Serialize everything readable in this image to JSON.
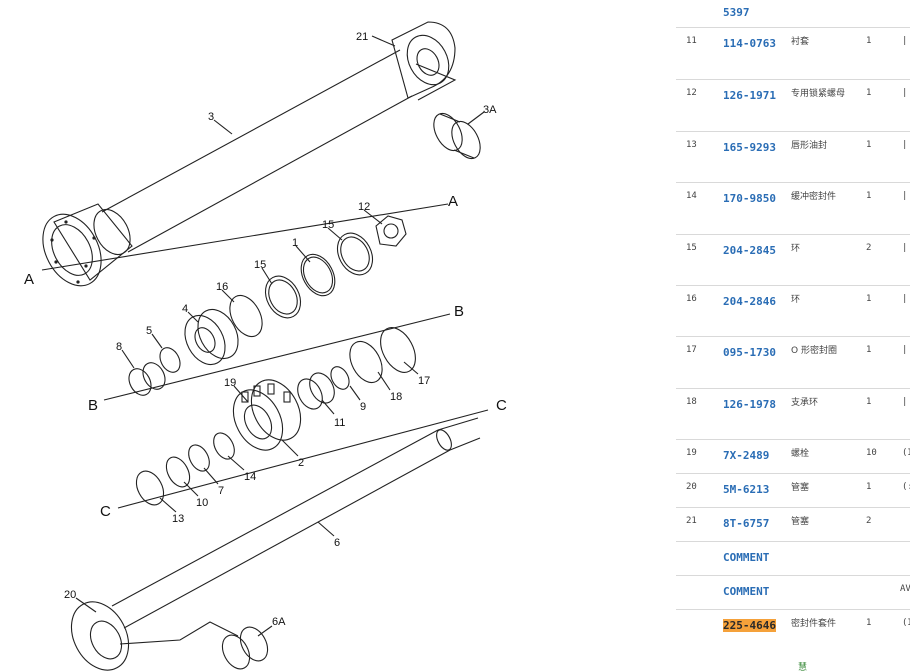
{
  "diagram": {
    "section_letters": {
      "a_left": "A",
      "a_right": "A",
      "b_left": "B",
      "b_right": "B",
      "c_left": "C",
      "c_right": "C"
    },
    "callouts": {
      "c21": "21",
      "c3": "3",
      "c3a": "3A",
      "c12": "12",
      "c15a": "15",
      "c1": "1",
      "c15b": "15",
      "c16": "16",
      "c4": "4",
      "c5": "5",
      "c8": "8",
      "c19": "19",
      "c11": "11",
      "c9": "9",
      "c18": "18",
      "c17": "17",
      "c2": "2",
      "c14": "14",
      "c7": "7",
      "c10": "10",
      "c13": "13",
      "c6": "6",
      "c20": "20",
      "c6a": "6A"
    }
  },
  "parts": [
    {
      "index": "",
      "part_no": "5397",
      "name": "",
      "qty": "",
      "extra": ""
    },
    {
      "index": "11",
      "part_no": "114-0763",
      "name": "衬套",
      "qty": "1",
      "extra": "|"
    },
    {
      "index": "12",
      "part_no": "126-1971",
      "name": "专用锁紧螺母",
      "qty": "1",
      "extra": "|"
    },
    {
      "index": "13",
      "part_no": "165-9293",
      "name": "唇形油封",
      "qty": "1",
      "extra": "|"
    },
    {
      "index": "14",
      "part_no": "170-9850",
      "name": "缓冲密封件",
      "qty": "1",
      "extra": "|"
    },
    {
      "index": "15",
      "part_no": "204-2845",
      "name": "环",
      "qty": "2",
      "extra": "|"
    },
    {
      "index": "16",
      "part_no": "204-2846",
      "name": "环",
      "qty": "1",
      "extra": "|"
    },
    {
      "index": "17",
      "part_no": "095-1730",
      "name": "O 形密封圈",
      "qty": "1",
      "extra": "|"
    },
    {
      "index": "18",
      "part_no": "126-1978",
      "name": "支承环",
      "qty": "1",
      "extra": "|"
    },
    {
      "index": "19",
      "part_no": "7X-2489",
      "name": "螺栓",
      "qty": "10",
      "extra": "(I"
    },
    {
      "index": "20",
      "part_no": "5M-6213",
      "name": "管塞",
      "qty": "1",
      "extra": "(:"
    },
    {
      "index": "21",
      "part_no": "8T-6757",
      "name": "管塞",
      "qty": "2",
      "extra": ""
    },
    {
      "index": "",
      "part_no": "COMMENT",
      "name": "",
      "qty": "",
      "extra": ""
    },
    {
      "index": "",
      "part_no": "COMMENT",
      "name": "",
      "qty": "",
      "extra": "AV"
    },
    {
      "index": "",
      "part_no": "225-4646",
      "name": "密封件套件",
      "qty": "1",
      "extra": "(I",
      "highlight": true
    }
  ],
  "footer": {
    "logo_text": "慧"
  }
}
